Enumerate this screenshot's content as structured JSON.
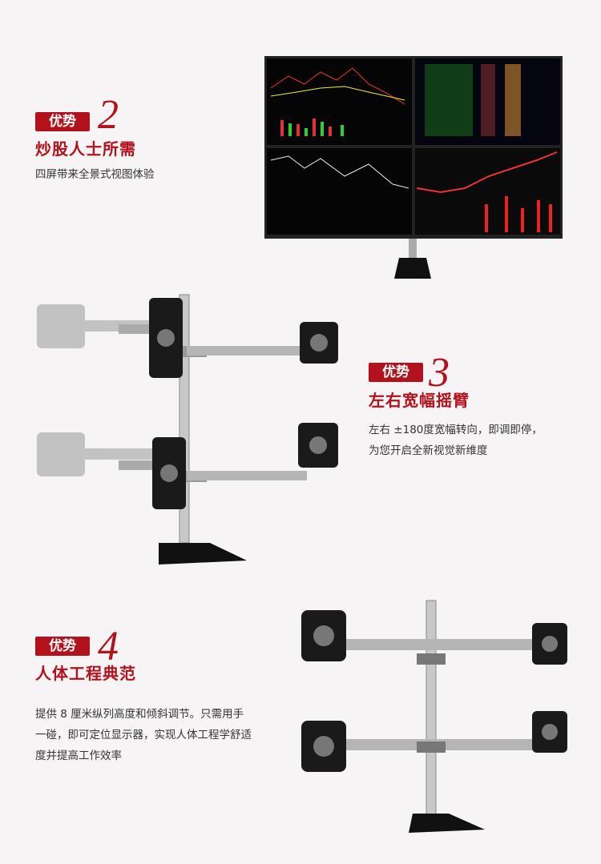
{
  "sections": [
    {
      "badge": "优势",
      "number": "2",
      "title": "炒股人士所需",
      "desc": [
        "四屏带来全景式视图体验"
      ]
    },
    {
      "badge": "优势",
      "number": "3",
      "title": "左右宽幅摇臂",
      "desc": [
        "左右 ±180度宽幅转向，即调即停，",
        "为您开启全新视觉新维度"
      ]
    },
    {
      "badge": "优势",
      "number": "4",
      "title": "人体工程典范",
      "desc": [
        "提供 8 厘米纵列高度和倾斜调节。只需用手",
        "一碰，即可定位显示器，实现人体工程学舒适",
        "度并提高工作效率"
      ]
    }
  ],
  "colors": {
    "accent": "#b3111b",
    "background": "#f6f4f4"
  }
}
